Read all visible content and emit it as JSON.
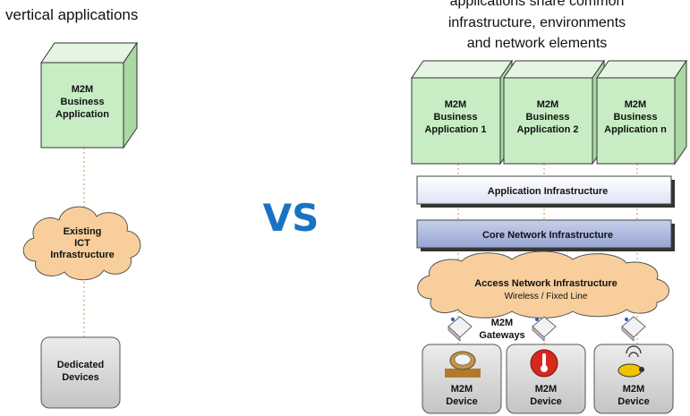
{
  "left": {
    "heading": "vertical applications",
    "app_box": [
      "M2M",
      "Business",
      "Application"
    ],
    "cloud": [
      "Existing",
      "ICT",
      "Infrastructure"
    ],
    "devices_box": [
      "Dedicated",
      "Devices"
    ]
  },
  "center": {
    "vs_label": "VS",
    "vs_color": "#1a73c2"
  },
  "right": {
    "heading": [
      "applications share common",
      "infrastructure, environments",
      "and network elements"
    ],
    "apps": [
      [
        "M2M",
        "Business",
        "Application 1"
      ],
      [
        "M2M",
        "Business",
        "Application 2"
      ],
      [
        "M2M",
        "Business",
        "Application n"
      ]
    ],
    "app_infra": "Application Infrastructure",
    "core_infra": "Core Network Infrastructure",
    "access_cloud": [
      "Access Network Infrastructure",
      "Wireless / Fixed Line"
    ],
    "gateways_label": [
      "M2M",
      "Gateways"
    ],
    "devices": [
      [
        "M2M",
        "Device"
      ],
      [
        "M2M",
        "Device"
      ],
      [
        "M2M",
        "Device"
      ]
    ]
  },
  "colors": {
    "cube_green": "#c8ecc4",
    "app_infra_fill": "#ecf0fa",
    "core_infra_fill": "#aab6dc",
    "cloud_fill": "#f8cf9c",
    "device_fill": "#d6d6d6"
  }
}
